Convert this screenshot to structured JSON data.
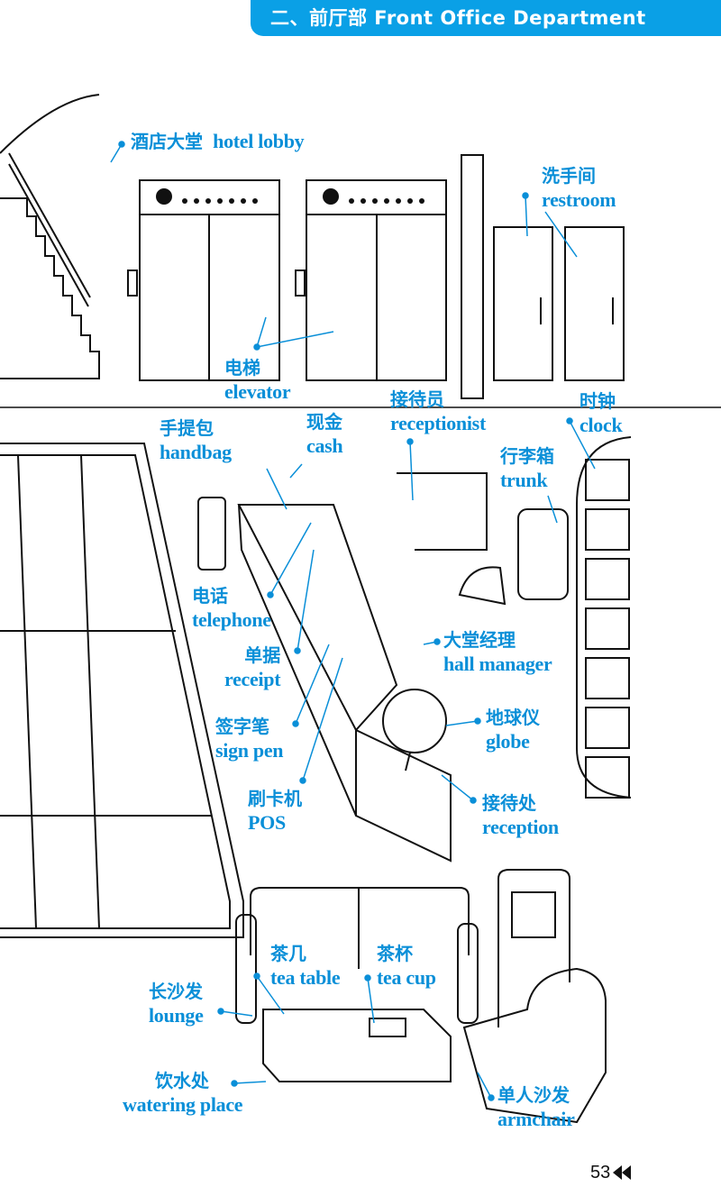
{
  "header": {
    "title": "二、前厅部 Front Office Department"
  },
  "labels": {
    "hotel_lobby": {
      "zh": "酒店大堂",
      "en": "hotel lobby"
    },
    "restroom": {
      "zh": "洗手间",
      "en": "restroom"
    },
    "elevator": {
      "zh": "电梯",
      "en": "elevator"
    },
    "receptionist": {
      "zh": "接待员",
      "en": "receptionist"
    },
    "clock": {
      "zh": "时钟",
      "en": "clock"
    },
    "handbag": {
      "zh": "手提包",
      "en": "handbag"
    },
    "cash": {
      "zh": "现金",
      "en": "cash"
    },
    "trunk": {
      "zh": "行李箱",
      "en": "trunk"
    },
    "telephone": {
      "zh": "电话",
      "en": "telephone"
    },
    "receipt": {
      "zh": "单据",
      "en": "receipt"
    },
    "hall_manager": {
      "zh": "大堂经理",
      "en": "hall manager"
    },
    "globe": {
      "zh": "地球仪",
      "en": "globe"
    },
    "sign_pen": {
      "zh": "签字笔",
      "en": "sign pen"
    },
    "pos": {
      "zh": "刷卡机",
      "en": "POS"
    },
    "reception": {
      "zh": "接待处",
      "en": "reception"
    },
    "tea_table": {
      "zh": "茶几",
      "en": "tea table"
    },
    "tea_cup": {
      "zh": "茶杯",
      "en": "tea cup"
    },
    "lounge": {
      "zh": "长沙发",
      "en": "lounge"
    },
    "watering_place": {
      "zh": "饮水处",
      "en": "watering place"
    },
    "armchair": {
      "zh": "单人沙发",
      "en": "armchair"
    }
  },
  "footer": {
    "page_number": "53",
    "icon": "double-left-arrow-icon"
  },
  "colors": {
    "accent": "#0aa0e6",
    "label": "#0a8fd8"
  }
}
